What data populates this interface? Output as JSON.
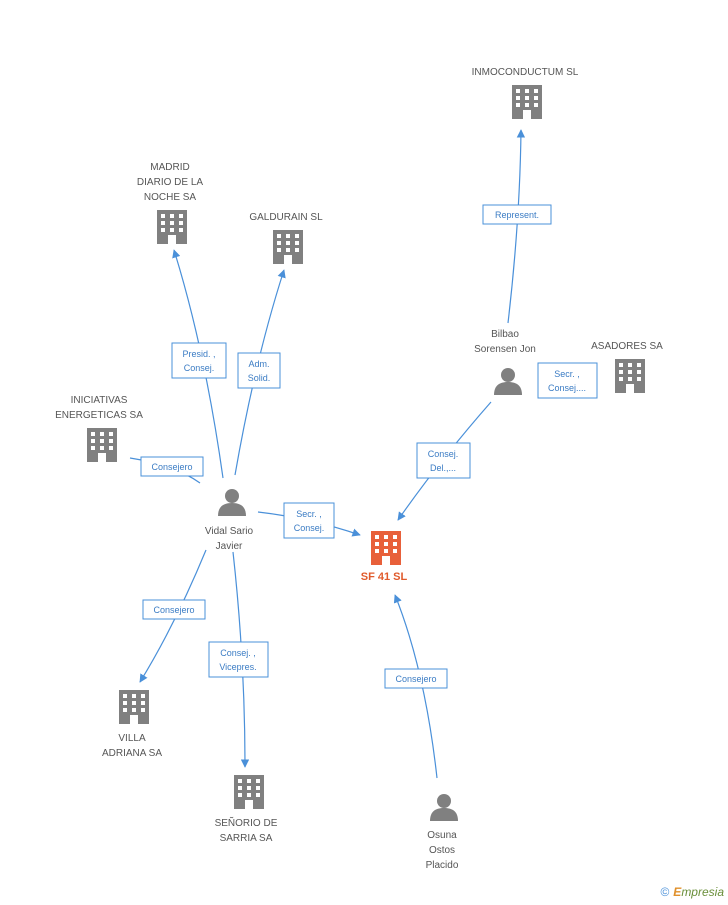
{
  "colors": {
    "company": "#808080",
    "focus_company": "#e8603a",
    "person": "#808080",
    "edge": "#4a90d9",
    "relation_text": "#3b7cc4"
  },
  "nodes": {
    "madrid": {
      "type": "company",
      "icon": "building-icon",
      "lines": [
        "MADRID",
        "DIARIO DE LA",
        "NOCHE SA"
      ]
    },
    "galdurain": {
      "type": "company",
      "icon": "building-icon",
      "lines": [
        "GALDURAIN SL"
      ]
    },
    "inmoconductum": {
      "type": "company",
      "icon": "building-icon",
      "lines": [
        "INMOCONDUCTUM SL"
      ]
    },
    "bilbao": {
      "type": "person",
      "icon": "person-icon",
      "lines": [
        "Bilbao",
        "Sorensen Jon"
      ]
    },
    "asadores": {
      "type": "company",
      "icon": "building-icon",
      "lines": [
        "ASADORES SA"
      ]
    },
    "iniciativas": {
      "type": "company",
      "icon": "building-icon",
      "lines": [
        "INICIATIVAS",
        "ENERGETICAS SA"
      ]
    },
    "vidal": {
      "type": "person",
      "icon": "person-icon",
      "lines": [
        "Vidal Sario",
        "Javier"
      ]
    },
    "sf41": {
      "type": "focus",
      "icon": "building-icon",
      "lines": [
        "SF 41 SL"
      ]
    },
    "villa": {
      "type": "company",
      "icon": "building-icon",
      "lines": [
        "VILLA",
        "ADRIANA SA"
      ]
    },
    "senorio": {
      "type": "company",
      "icon": "building-icon",
      "lines": [
        "SEÑORIO DE",
        "SARRIA SA"
      ]
    },
    "osuna": {
      "type": "person",
      "icon": "person-icon",
      "lines": [
        "Osuna",
        "Ostos",
        "Placido"
      ]
    }
  },
  "relations": {
    "vidal_madrid": [
      "Presid. ,",
      "Consej."
    ],
    "vidal_galdurain": [
      "Adm.",
      "Solid."
    ],
    "bilbao_inmoconductum": [
      "Represent."
    ],
    "bilbao_asadores": [
      "Secr. ,",
      "Consej...."
    ],
    "vidal_iniciativas": [
      "Consejero"
    ],
    "vidal_sf41": [
      "Secr. ,",
      "Consej."
    ],
    "bilbao_sf41": [
      "Consej.",
      "Del.,..."
    ],
    "vidal_villa": [
      "Consejero"
    ],
    "vidal_senorio": [
      "Consej. ,",
      "Vicepres."
    ],
    "osuna_sf41": [
      "Consejero"
    ]
  },
  "footer": {
    "copyright": "©",
    "brand_initial": "E",
    "brand_rest": "mpresia"
  }
}
